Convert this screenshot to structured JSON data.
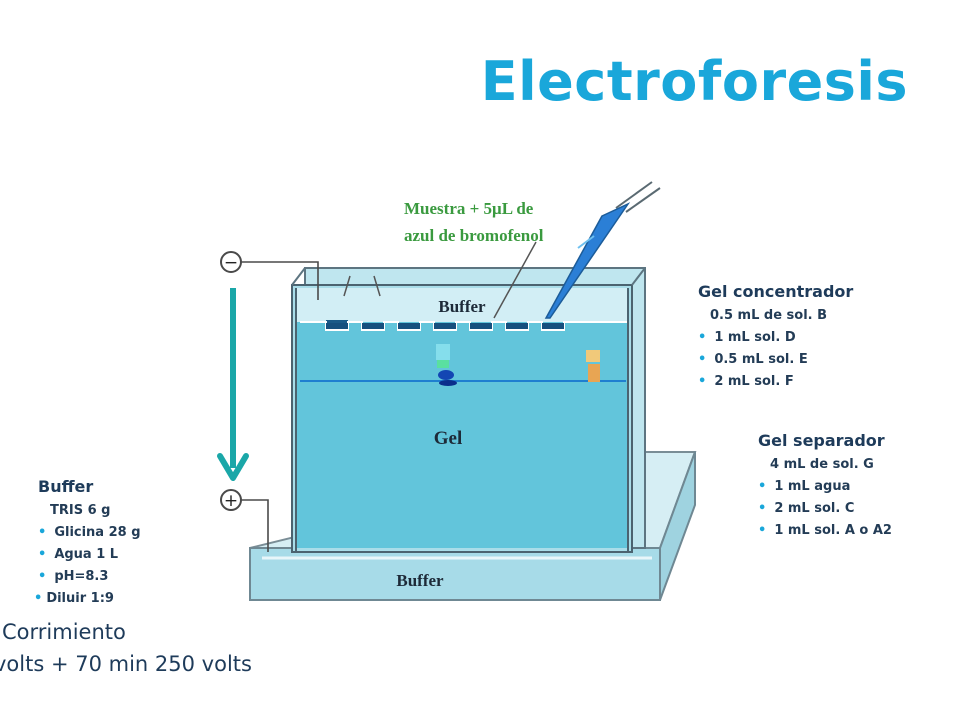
{
  "title": "Electroforesis",
  "diagram": {
    "label_sample_line1": "Muestra + 5μL de",
    "label_sample_line2": "azul de bromofenol",
    "label_buffer_top": "Buffer",
    "label_gel": "Gel",
    "label_buffer_bottom": "Buffer",
    "electrode_negative": "−",
    "electrode_positive": "+"
  },
  "gel_concentrador": {
    "title": "Gel concentrador",
    "items": [
      "0.5 mL de sol. B",
      "1 mL sol. D",
      "0.5 mL sol. E",
      "2 mL sol. F"
    ]
  },
  "gel_separador": {
    "title": "Gel separador",
    "items": [
      "4 mL de sol. G",
      "1 mL agua",
      "2 mL sol. C",
      "1 mL sol. A o A2"
    ]
  },
  "buffer_recipe": {
    "title": "Buffer",
    "items": [
      "TRIS 6 g",
      "Glicina 28 g",
      "Agua 1 L",
      "pH=8.3",
      "Diluir 1:9"
    ]
  },
  "corrimiento": {
    "line1": "Corrimiento",
    "line2": "volts  +  70 min 250 volts"
  },
  "colors": {
    "accent": "#1aa7da",
    "gel": "#62c5db",
    "buffer": "#93d6e6",
    "text_dark": "#1e3b5a",
    "label_green": "#3a9a3f"
  }
}
